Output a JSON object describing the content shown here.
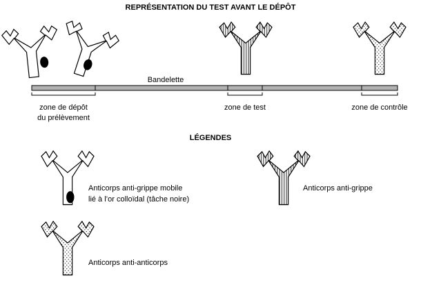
{
  "title": "REPRÉSENTATION DU TEST AVANT LE DÉPÔT",
  "strip_label": "Bandelette",
  "zones": {
    "deposit_line1": "zone de dépôt",
    "deposit_line2": "du prélèvement",
    "test": "zone de test",
    "control": "zone de contrôle"
  },
  "legend": {
    "title": "LÉGENDES",
    "mobile_line1": "Anticorps anti-grippe mobile",
    "mobile_line2": "lié à l’or colloïdal (tâche noire)",
    "anti_flu": "Anticorps anti-grippe",
    "anti_anti": "Anticorps anti-anticorps"
  },
  "colors": {
    "stroke": "#000000",
    "strip_fill": "#b3b3b3",
    "gold_dot": "#000000"
  }
}
